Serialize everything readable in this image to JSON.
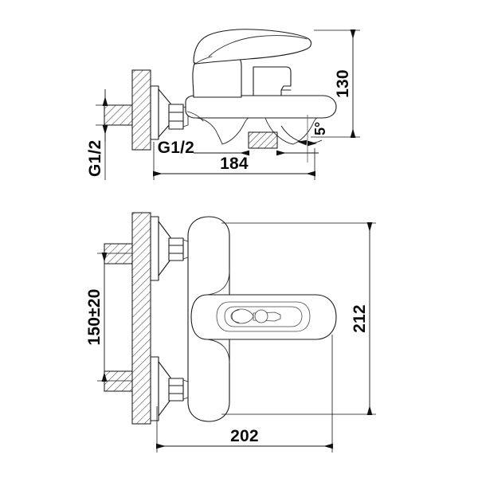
{
  "document": {
    "type": "technical-drawing",
    "subject": "wall-mounted bath mixer faucet",
    "background_color": "#ffffff",
    "line_color": "#1a1a1a",
    "views": [
      {
        "id": "side-elevation",
        "label": ""
      },
      {
        "id": "top-plan",
        "label": ""
      }
    ]
  },
  "side_view": {
    "dimensions": {
      "height_overall": "130",
      "length_overall": "184",
      "inlet_thread_vertical": "G1/2",
      "outlet_thread": "G1/2",
      "spout_angle": "5°"
    }
  },
  "top_view": {
    "dimensions": {
      "inlet_spacing": "150±20",
      "width_overall": "212",
      "depth_overall": "202"
    }
  },
  "labels": {
    "d_130": "130",
    "d_184": "184",
    "d_g12_left": "G1/2",
    "d_g12_center": "G1/2",
    "d_angle_5": "5°",
    "d_150_20": "150±20",
    "d_212": "212",
    "d_202": "202"
  }
}
